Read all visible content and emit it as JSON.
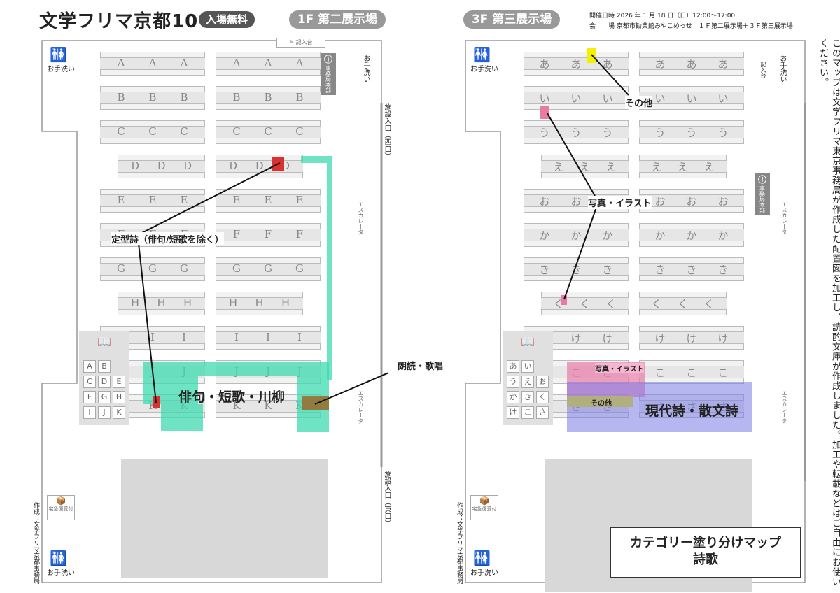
{
  "title": {
    "main": "文学フリマ京都10",
    "badge": "入場無料"
  },
  "left_floor": {
    "label": "1F 第二展示場",
    "credit": "作成：文学フリマ京都事務局",
    "restroom": "お手洗い",
    "entrance_west": "施設入口（西口）",
    "entrance_east": "施設入口（東口）",
    "office": "事務局本部",
    "escalator": "エスカレータ",
    "reception": "宅急便受付",
    "writing_desk": "記入台",
    "rows": [
      "A",
      "B",
      "C",
      "D",
      "E",
      "F",
      "G",
      "H",
      "I",
      "J",
      "K"
    ],
    "grid_letters": [
      "A",
      "B",
      "C",
      "D",
      "E",
      "F",
      "G",
      "H",
      "I",
      "J",
      "K"
    ],
    "labels": {
      "teikei": "定型詩（俳句/短歌を除く）",
      "haiku": "俳句・短歌・川柳",
      "roudoku": "朗読・歌唱"
    }
  },
  "right_floor": {
    "label": "3F 第三展示場",
    "date_label": "開催日時",
    "date": "2026 年 1 月 18 日（日）12:00〜17:00",
    "venue_label": "会　　場",
    "venue": "京都市勧業館みやこめっせ　１Ｆ第二展示場＋３Ｆ第三展示場",
    "credit": "作成：文学フリマ京都事務局",
    "restroom": "お手洗い",
    "office": "事務局本部",
    "escalator": "エスカレータ",
    "reception": "宅急便受付",
    "writing_desk": "記入台",
    "rows": [
      "あ",
      "い",
      "う",
      "え",
      "お",
      "か",
      "き",
      "く",
      "け",
      "こ",
      "さ"
    ],
    "grid_letters": [
      "あ",
      "い",
      "う",
      "え",
      "お",
      "か",
      "き",
      "く",
      "け",
      "こ",
      "さ"
    ],
    "labels": {
      "sonota_top": "その他",
      "photo_top": "写真・イラスト",
      "photo_small": "写真・イラスト",
      "sonota_small": "その他",
      "gendai": "現代詩・散文詩"
    }
  },
  "legend": {
    "line1": "カテゴリー塗り分けマップ",
    "line2": "詩歌"
  },
  "side_note": "このマップは文学フリマ東京事務局が作成した配置図を加工し、読酌文庫が作成しました。加工や転載などはご自由にお使いください。",
  "colors": {
    "haiku": "#3ddbb0",
    "teikei": "#d93030",
    "roudoku": "#9a6a2a",
    "gendai": "#7a7ae6",
    "photo": "#e87aa6",
    "sonota": "#f5f000"
  }
}
